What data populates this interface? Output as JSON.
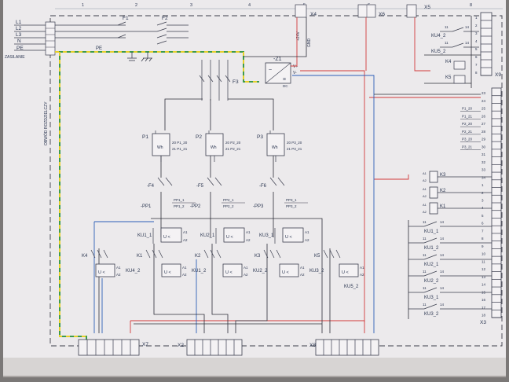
{
  "column_numbers": [
    "1",
    "2",
    "3",
    "4",
    "5",
    "6"
  ],
  "supply": {
    "lines": [
      "L1",
      "L2",
      "L3",
      "N",
      "PE"
    ],
    "label": "ZASILANIE",
    "side_label": "OBWÓD ROZDZIELCZY",
    "pe_label": "PE"
  },
  "fuses": [
    "F1",
    "F2",
    "F3"
  ],
  "psu": {
    "name": "-Z1",
    "in": "~",
    "out": "=",
    "pins": [
      "V+",
      "V-",
      "DC"
    ],
    "vin": "+24V",
    "gnd": "GND"
  },
  "terminal_labels": [
    "X4",
    "X6",
    "X5",
    "X9",
    "X7",
    "X2",
    "X8",
    "X3"
  ],
  "meters": [
    {
      "name": "P1",
      "unit": "Wh",
      "pins": [
        "20 P1_20",
        "21 P1_21"
      ]
    },
    {
      "name": "P2",
      "unit": "Wh",
      "pins": [
        "20 P2_20",
        "21 P2_21"
      ]
    },
    {
      "name": "P3",
      "unit": "Wh",
      "pins": [
        "20 P3_20",
        "21 P3_21"
      ]
    }
  ],
  "switches": [
    "-F4",
    "-F5",
    "-F6"
  ],
  "pp": [
    {
      "name": "-PP1",
      "labels": [
        "PP1_1",
        "PP1_2"
      ]
    },
    {
      "name": "-PP2",
      "labels": [
        "PP2_1",
        "PP2_2"
      ]
    },
    {
      "name": "-PP3",
      "labels": [
        "PP3_1",
        "PP3_2"
      ]
    }
  ],
  "relays_top": [
    "KU1_1",
    "KU2_1",
    "KU3_1"
  ],
  "relays_bottom": [
    "KU4_2",
    "KU1_2",
    "KU2_2",
    "KU3_2",
    "KU5_2"
  ],
  "contactors": [
    "K4",
    "K1",
    "K2",
    "K3",
    "K5"
  ],
  "relay_text": "U <",
  "coil_pins": [
    "A1",
    "A2"
  ],
  "top_right_contacts": [
    {
      "name": "KU4_2",
      "pins": [
        "11",
        "14"
      ]
    },
    {
      "name": "KU5_2",
      "pins": [
        "11",
        "14"
      ]
    }
  ],
  "k_boxes": [
    "K4",
    "K5"
  ],
  "x9_pins": [
    "1",
    "2",
    "3",
    "4",
    "5",
    "6",
    "7",
    "8"
  ],
  "x3_upper_labels": [
    "P1_20",
    "P1_21",
    "P2_20",
    "P2_21",
    "P3_20",
    "P3_21"
  ],
  "x3_upper_pins": [
    "23",
    "24",
    "25",
    "26",
    "27",
    "28",
    "29",
    "30",
    "31",
    "32",
    "33",
    "34"
  ],
  "k_coils_right": [
    "K3",
    "K2",
    "K1"
  ],
  "right_contacts": [
    "KU1_1",
    "KU1_2",
    "KU2_1",
    "KU2_2",
    "KU3_1",
    "KU3_2"
  ],
  "contact_pins": [
    "11",
    "14"
  ],
  "x3_lower_pins": [
    "1",
    "2",
    "3",
    "4",
    "5",
    "6",
    "7",
    "8",
    "9",
    "10",
    "11",
    "12",
    "13",
    "14",
    "15",
    "16",
    "17",
    "18"
  ]
}
